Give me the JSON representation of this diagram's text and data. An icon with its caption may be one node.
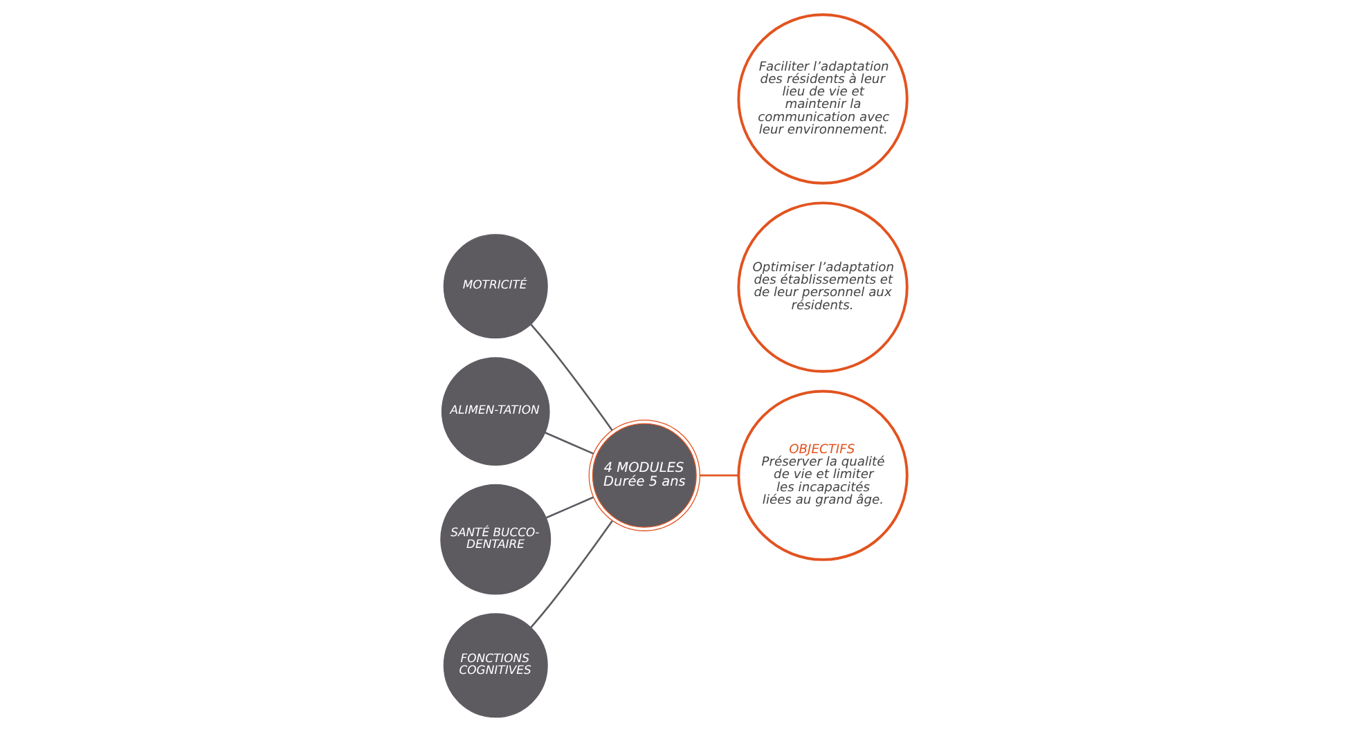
{
  "diagram": {
    "nodes": [
      {
        "text": [
          "MOTRICITÉ"
        ]
      },
      {
        "text": [
          "ALIMEN-TATION"
        ]
      },
      {
        "text": [
          "4 MODULES Durée 5 ans"
        ]
      },
      {
        "text": [
          "SANTÉ BUCCO-DENTAIRE"
        ]
      },
      {
        "text": [
          "FONCTIONS COGNITIVES"
        ]
      },
      {
        "text": [
          "OBJECTIFS",
          "Préserver la qualité de vie et limiter les incapacités liées au grand âge."
        ]
      },
      {
        "text": [
          "Optimiser l’adaptation des établissements et de leur personnel aux résidents."
        ]
      },
      {
        "text": [
          "Faciliter l’adaptation des résidents à leur lieu de vie et maintenir la communication avec leur environnement."
        ]
      }
    ],
    "edges": [
      {
        "from": 0,
        "to": 2,
        "arrow": "none"
      },
      {
        "from": 1,
        "to": 2,
        "arrow": "none"
      },
      {
        "from": 3,
        "to": 2,
        "arrow": "none"
      },
      {
        "from": 4,
        "to": 2,
        "arrow": "none"
      },
      {
        "from": 2,
        "to": 5,
        "arrow": "none",
        "color": "#e2531f"
      }
    ]
  }
}
